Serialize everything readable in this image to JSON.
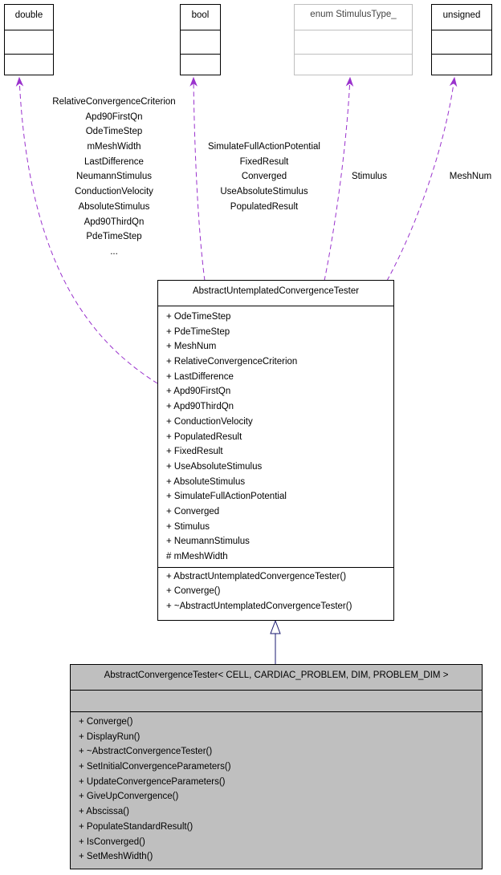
{
  "types": {
    "double": "double",
    "bool": "bool",
    "enum": "enum StimulusType_",
    "unsigned": "unsigned"
  },
  "edge_labels": {
    "double": [
      "RelativeConvergenceCriterion",
      "Apd90FirstQn",
      "OdeTimeStep",
      "mMeshWidth",
      "LastDifference",
      "NeumannStimulus",
      "ConductionVelocity",
      "AbsoluteStimulus",
      "Apd90ThirdQn",
      "PdeTimeStep",
      "..."
    ],
    "bool": [
      "SimulateFullActionPotential",
      "FixedResult",
      "Converged",
      "UseAbsoluteStimulus",
      "PopulatedResult"
    ],
    "enum": [
      "Stimulus"
    ],
    "unsigned": [
      "MeshNum"
    ]
  },
  "base_class": {
    "name": "AbstractUntemplatedConvergenceTester",
    "attributes": [
      "+ OdeTimeStep",
      "+ PdeTimeStep",
      "+ MeshNum",
      "+ RelativeConvergenceCriterion",
      "+ LastDifference",
      "+ Apd90FirstQn",
      "+ Apd90ThirdQn",
      "+ ConductionVelocity",
      "+ PopulatedResult",
      "+ FixedResult",
      "+ UseAbsoluteStimulus",
      "+ AbsoluteStimulus",
      "+ SimulateFullActionPotential",
      "+ Converged",
      "+ Stimulus",
      "+ NeumannStimulus",
      "# mMeshWidth"
    ],
    "methods": [
      "+ AbstractUntemplatedConvergenceTester()",
      "+ Converge()",
      "+ ~AbstractUntemplatedConvergenceTester()"
    ]
  },
  "derived_class": {
    "name": "AbstractConvergenceTester< CELL, CARDIAC_PROBLEM, DIM, PROBLEM_DIM >",
    "attributes": [],
    "methods": [
      "+ Converge()",
      "+ DisplayRun()",
      "+ ~AbstractConvergenceTester()",
      "+ SetInitialConvergenceParameters()",
      "+ UpdateConvergenceParameters()",
      "+ GiveUpConvergence()",
      "+ Abscissa()",
      "+ PopulateStandardResult()",
      "+ IsConverged()",
      "+ SetMeshWidth()"
    ]
  },
  "colors": {
    "usage_edge": "#9a32cd",
    "inheritance_edge": "#191970",
    "derived_fill": "#bfbfbf",
    "greyed_border": "#bfbfbf"
  }
}
